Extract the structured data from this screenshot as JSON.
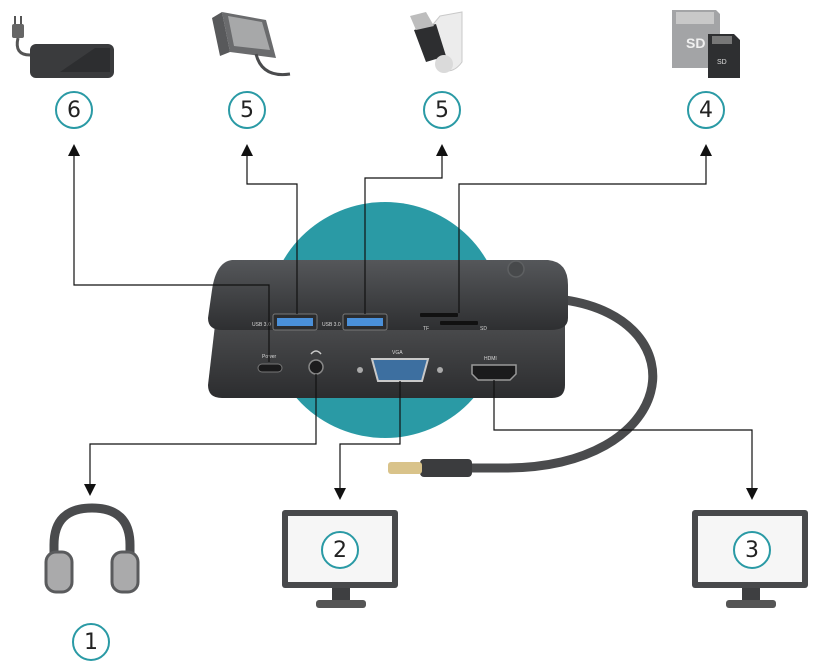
{
  "device": {
    "labels": {
      "usb_left": "USB 3.0",
      "usb_right": "USB 3.0",
      "card_left": "TF",
      "card_right": "SD",
      "power": "Power",
      "vga": "VGA",
      "hdmi": "HDMI"
    }
  },
  "sd_card": {
    "label_big": "SD",
    "label_small": "SD"
  },
  "markers": {
    "charger": "6",
    "hard_drive": "5",
    "usb_stick": "5",
    "sd_cards": "4",
    "headphones": "1",
    "vga_monitor": "2",
    "hdmi_monitor": "3"
  },
  "colors": {
    "accent_teal": "#2a9aa5",
    "device_dark": "#3a3b3d",
    "usb_blue": "#4a90d9"
  }
}
